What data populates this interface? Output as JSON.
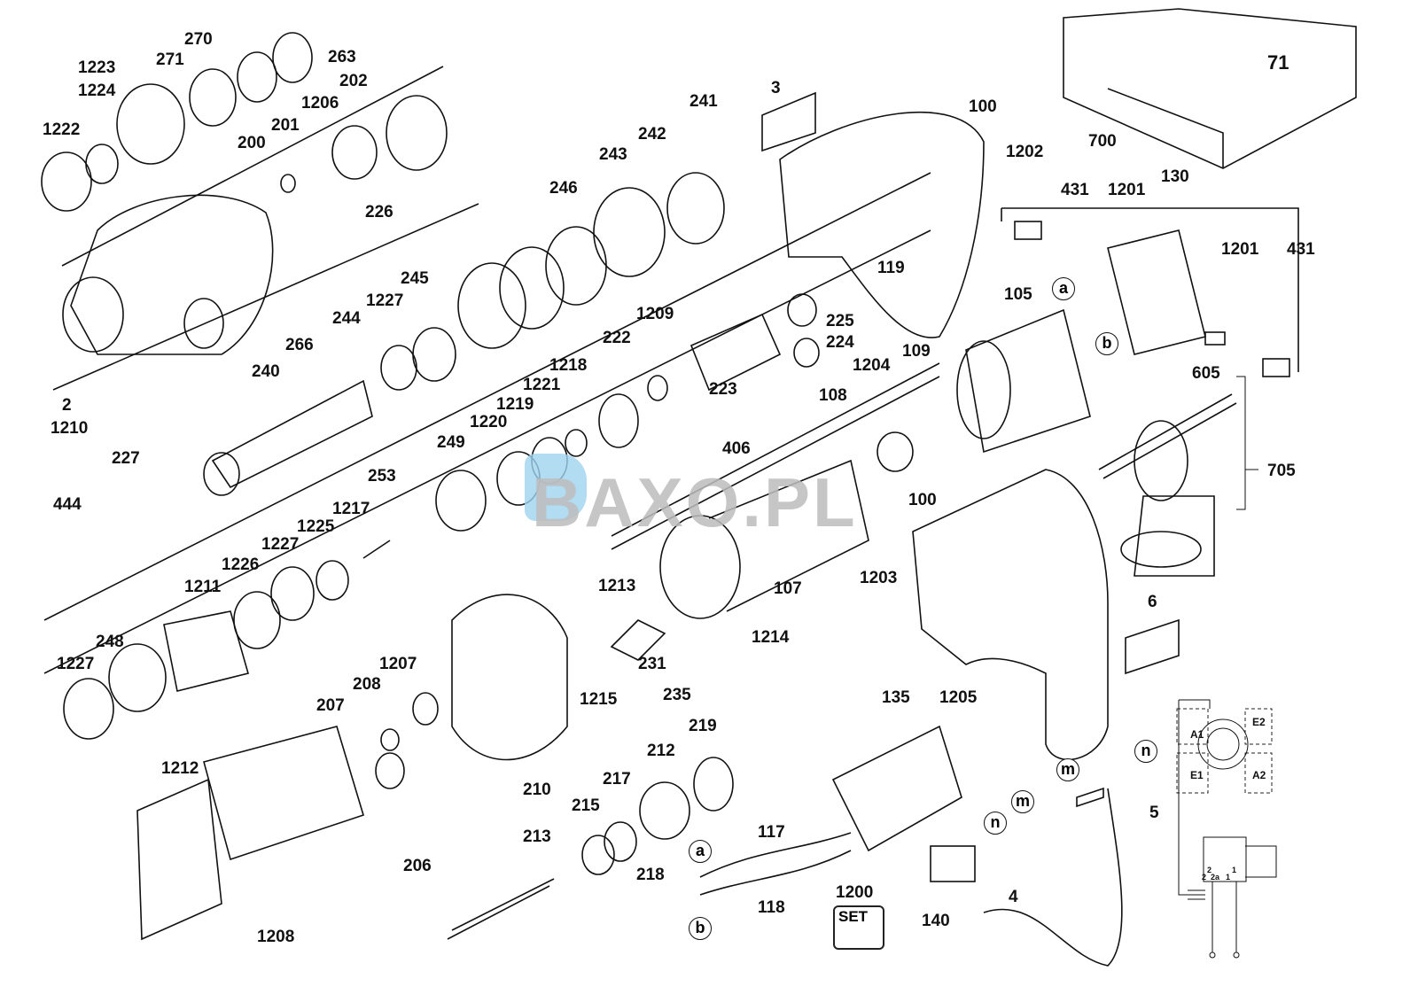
{
  "diagram": {
    "type": "exploded-parts-view",
    "subject": "rotary hammer drill",
    "watermark": "BAXO.PL",
    "part_labels": [
      "1223",
      "1224",
      "1222",
      "270",
      "271",
      "263",
      "202",
      "1206",
      "201",
      "200",
      "226",
      "241",
      "242",
      "243",
      "246",
      "3",
      "100",
      "1202",
      "71",
      "700",
      "431",
      "1201",
      "130",
      "1201",
      "431",
      "2",
      "1210",
      "227",
      "444",
      "240",
      "266",
      "244",
      "1227",
      "245",
      "1209",
      "222",
      "1218",
      "1221",
      "1219",
      "1220",
      "249",
      "253",
      "1217",
      "1225",
      "1227",
      "1226",
      "1211",
      "248",
      "1227",
      "1212",
      "225",
      "224",
      "223",
      "109",
      "1204",
      "108",
      "406",
      "105",
      "605",
      "705",
      "100",
      "119",
      "107",
      "1213",
      "1214",
      "231",
      "235",
      "1215",
      "1203",
      "6",
      "1207",
      "208",
      "207",
      "210",
      "219",
      "212",
      "217",
      "215",
      "213",
      "218",
      "206",
      "1208",
      "135",
      "1205",
      "117",
      "118",
      "1200",
      "140",
      "4",
      "5"
    ],
    "connector_markers": [
      "a",
      "b",
      "a",
      "b",
      "m",
      "n",
      "m",
      "n"
    ],
    "schematic_labels": [
      "A1",
      "E2",
      "E1",
      "A2",
      "2",
      "2",
      "2a",
      "1",
      "1"
    ],
    "set_icon_text": "SET"
  }
}
